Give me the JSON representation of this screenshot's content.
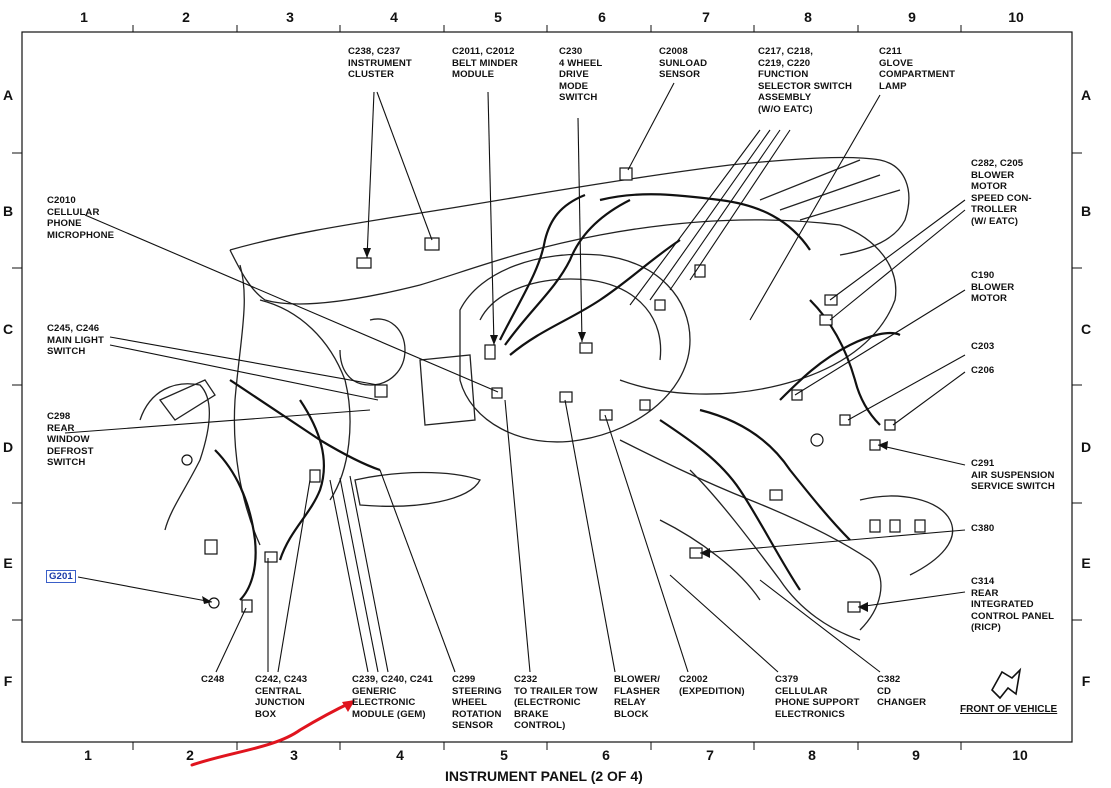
{
  "title": "INSTRUMENT PANEL (2 OF 4)",
  "grid_columns": [
    "1",
    "2",
    "3",
    "4",
    "5",
    "6",
    "7",
    "8",
    "9",
    "10"
  ],
  "grid_rows": [
    "A",
    "B",
    "C",
    "D",
    "E",
    "F"
  ],
  "front_of_vehicle": "FRONT OF VEHICLE",
  "callouts": {
    "c238": "C238, C237\nINSTRUMENT\nCLUSTER",
    "c2011": "C2011, C2012\nBELT MINDER\nMODULE",
    "c230": "C230\n4 WHEEL\nDRIVE\nMODE\nSWITCH",
    "c2008": "C2008\nSUNLOAD\nSENSOR",
    "c217": "C217, C218,\nC219, C220\nFUNCTION\nSELECTOR SWITCH\nASSEMBLY\n(W/O EATC)",
    "c211": "C211\nGLOVE\nCOMPARTMENT\nLAMP",
    "c2010": "C2010\nCELLULAR\nPHONE\nMICROPHONE",
    "c282": "C282, C205\nBLOWER\nMOTOR\nSPEED CON-\nTROLLER\n(W/ EATC)",
    "c190": "C190\nBLOWER\nMOTOR",
    "c245": "C245, C246\nMAIN LIGHT\nSWITCH",
    "c203": "C203",
    "c206": "C206",
    "c298": "C298\nREAR\nWINDOW\nDEFROST\nSWITCH",
    "c291": "C291\nAIR SUSPENSION\nSERVICE SWITCH",
    "c380": "C380",
    "g201": "G201",
    "c314": "C314\nREAR\nINTEGRATED\nCONTROL PANEL\n(RICP)",
    "c248": "C248",
    "c242": "C242, C243\nCENTRAL\nJUNCTION\nBOX",
    "c239": "C239, C240, C241\nGENERIC\nELECTRONIC\nMODULE (GEM)",
    "c299": "C299\nSTEERING\nWHEEL\nROTATION\nSENSOR",
    "c232": "C232\nTO TRAILER TOW\n(ELECTRONIC\nBRAKE\nCONTROL)",
    "blower": "BLOWER/\nFLASHER\nRELAY\nBLOCK",
    "c2002": "C2002\n(EXPEDITION)",
    "c379": "C379\nCELLULAR\nPHONE SUPPORT\nELECTRONICS",
    "c382": "C382\nCD\nCHANGER"
  },
  "colors": {
    "ink": "#111111",
    "annotation": "#e0141e",
    "g201_box": "#3a5fc8"
  }
}
